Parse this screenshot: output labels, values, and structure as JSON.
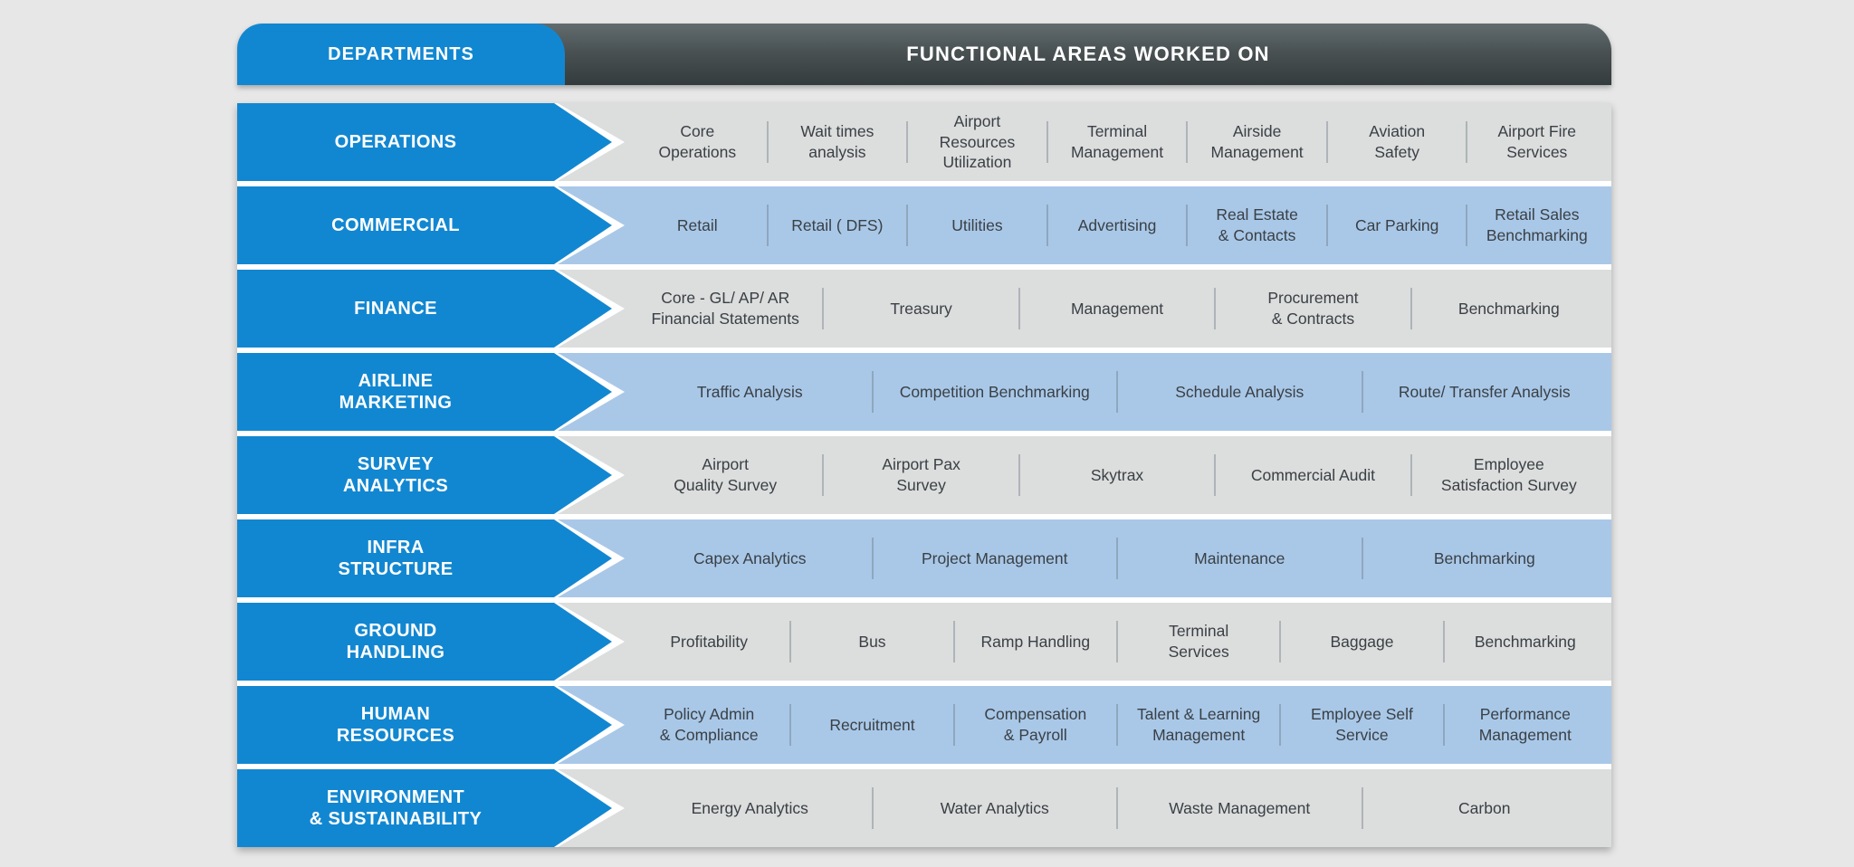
{
  "header": {
    "departments_label": "DEPARTMENTS",
    "functional_label": "FUNCTIONAL AREAS WORKED ON"
  },
  "colors": {
    "accent_blue": "#1287d1",
    "row_gray": "#dcdddd",
    "row_blue": "#a9c8e8",
    "header_dark": "#41494b",
    "gap_white": "#ffffff",
    "item_text": "#3a4045",
    "page_background": "#e7e7e7"
  },
  "rows": [
    {
      "department": "OPERATIONS",
      "variant": "gray",
      "items": [
        "Core\nOperations",
        "Wait times\nanalysis",
        "Airport\nResources\nUtilization",
        "Terminal\nManagement",
        "Airside\nManagement",
        "Aviation\nSafety",
        "Airport Fire\nServices"
      ]
    },
    {
      "department": "COMMERCIAL",
      "variant": "blue",
      "items": [
        "Retail",
        "Retail ( DFS)",
        "Utilities",
        "Advertising",
        "Real Estate\n& Contacts",
        "Car Parking",
        "Retail Sales\nBenchmarking"
      ]
    },
    {
      "department": "FINANCE",
      "variant": "gray",
      "items": [
        "Core - GL/ AP/ AR\nFinancial Statements",
        "Treasury",
        "Management",
        "Procurement\n& Contracts",
        "Benchmarking"
      ]
    },
    {
      "department": "AIRLINE\nMARKETING",
      "variant": "blue",
      "items": [
        "Traffic Analysis",
        "Competition Benchmarking",
        "Schedule Analysis",
        "Route/ Transfer Analysis"
      ]
    },
    {
      "department": "SURVEY\nANALYTICS",
      "variant": "gray",
      "items": [
        "Airport\nQuality Survey",
        "Airport Pax\nSurvey",
        "Skytrax",
        "Commercial Audit",
        "Employee\nSatisfaction Survey"
      ]
    },
    {
      "department": "INFRA\nSTRUCTURE",
      "variant": "blue",
      "items": [
        "Capex Analytics",
        "Project Management",
        "Maintenance",
        "Benchmarking"
      ]
    },
    {
      "department": "GROUND\nHANDLING",
      "variant": "gray",
      "items": [
        "Profitability",
        "Bus",
        "Ramp Handling",
        "Terminal\nServices",
        "Baggage",
        "Benchmarking"
      ]
    },
    {
      "department": "HUMAN\nRESOURCES",
      "variant": "blue",
      "items": [
        "Policy Admin\n& Compliance",
        "Recruitment",
        "Compensation\n& Payroll",
        "Talent & Learning\nManagement",
        "Employee Self\nService",
        "Performance\nManagement"
      ]
    },
    {
      "department": "ENVIRONMENT\n& SUSTAINABILITY",
      "variant": "gray",
      "items": [
        "Energy Analytics",
        "Water Analytics",
        "Waste Management",
        "Carbon"
      ]
    }
  ]
}
